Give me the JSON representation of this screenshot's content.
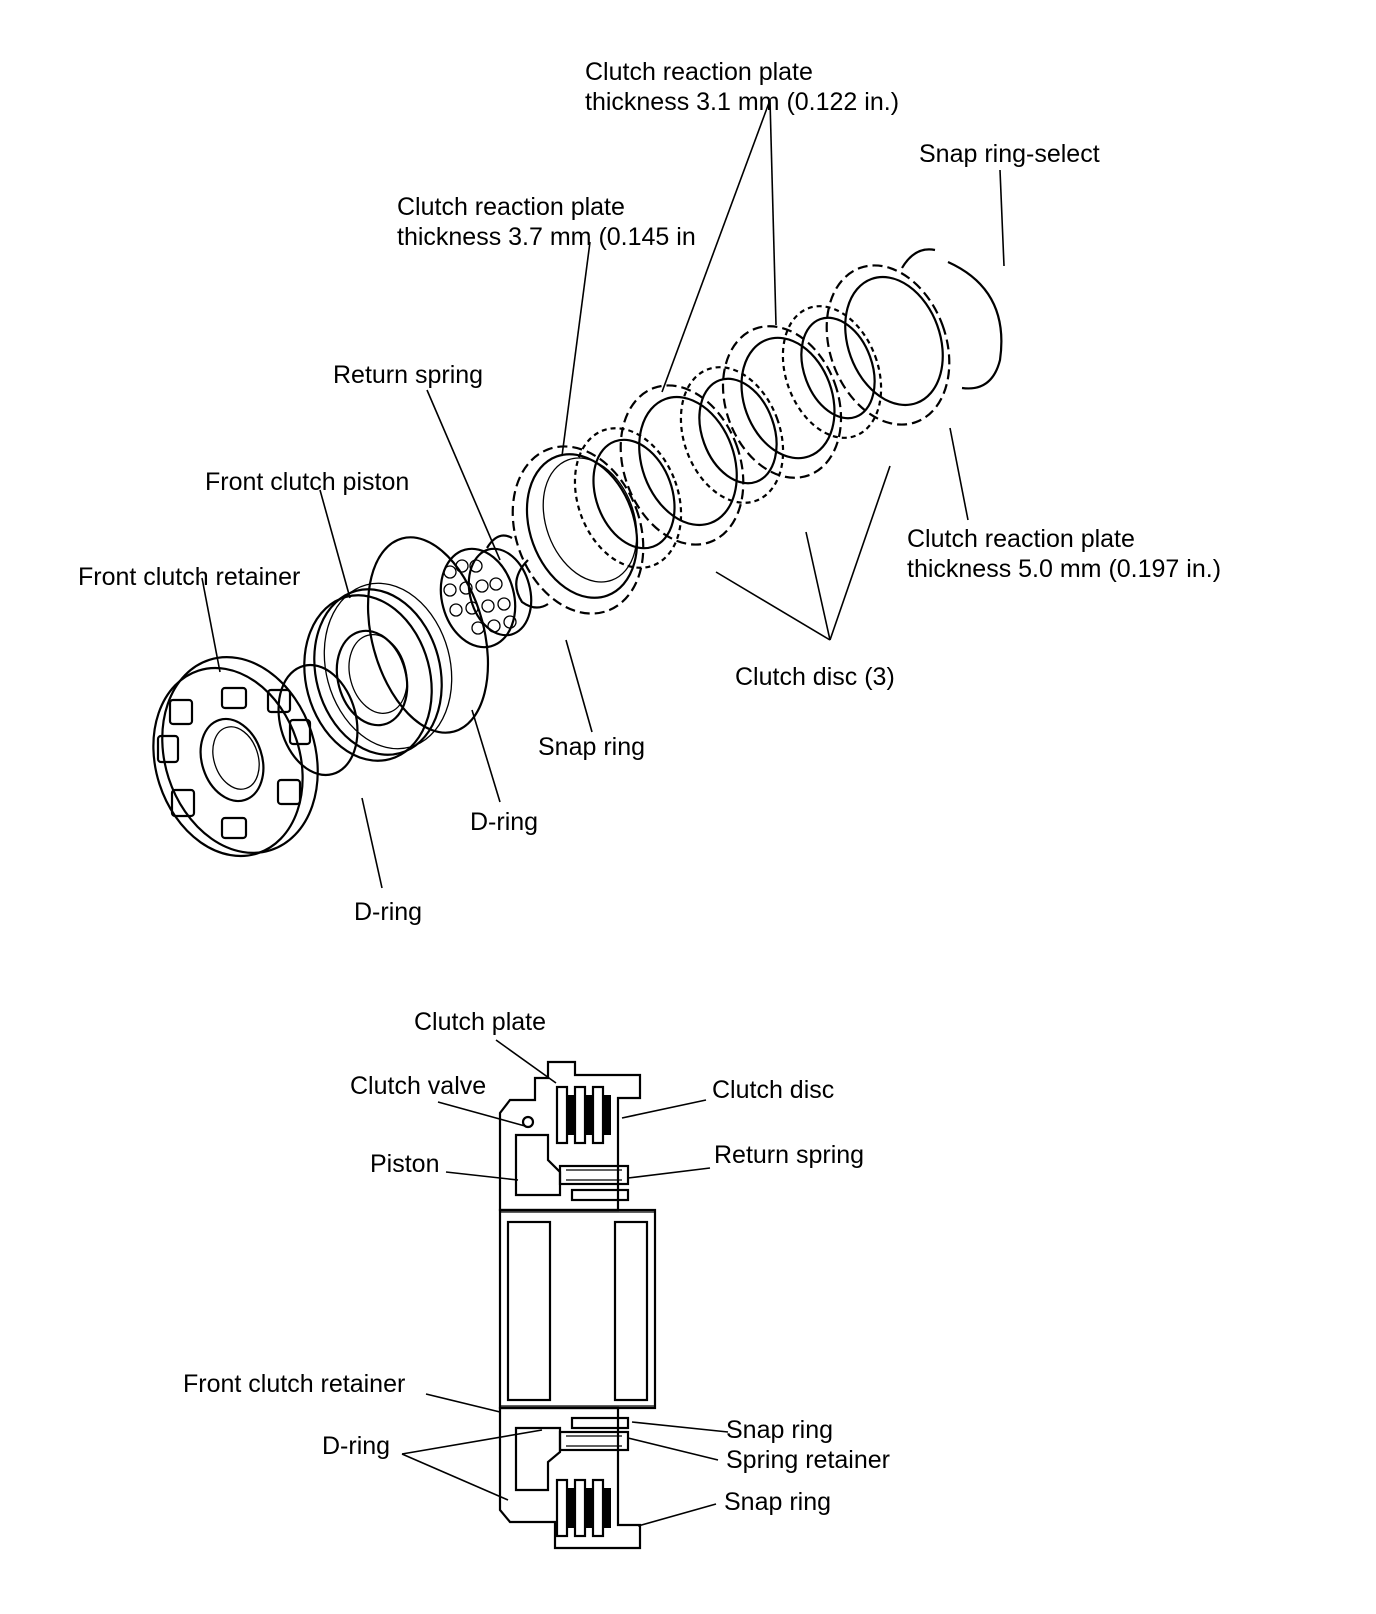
{
  "exploded_view": {
    "labels": {
      "reaction_plate_thin": [
        "Clutch reaction plate",
        "thickness 3.1 mm (0.122 in.)"
      ],
      "snap_ring_select": "Snap ring-select",
      "reaction_plate_mid": [
        "Clutch reaction plate",
        "thickness 3.7 mm (0.145 in"
      ],
      "return_spring": "Return spring",
      "front_clutch_piston": "Front clutch piston",
      "front_clutch_retainer": "Front clutch retainer",
      "reaction_plate_thick": [
        "Clutch reaction plate",
        "thickness 5.0 mm (0.197 in.)"
      ],
      "clutch_disc": "Clutch disc (3)",
      "snap_ring": "Snap ring",
      "d_ring_inner": "D-ring",
      "d_ring_outer": "D-ring"
    }
  },
  "section_view": {
    "labels": {
      "clutch_plate": "Clutch plate",
      "clutch_valve": "Clutch valve",
      "clutch_disc": "Clutch disc",
      "piston": "Piston",
      "return_spring": "Return spring",
      "front_clutch_retainer": "Front clutch retainer",
      "d_ring": "D-ring",
      "snap_ring_upper": "Snap ring",
      "spring_retainer": "Spring retainer",
      "snap_ring_lower": "Snap ring"
    }
  }
}
